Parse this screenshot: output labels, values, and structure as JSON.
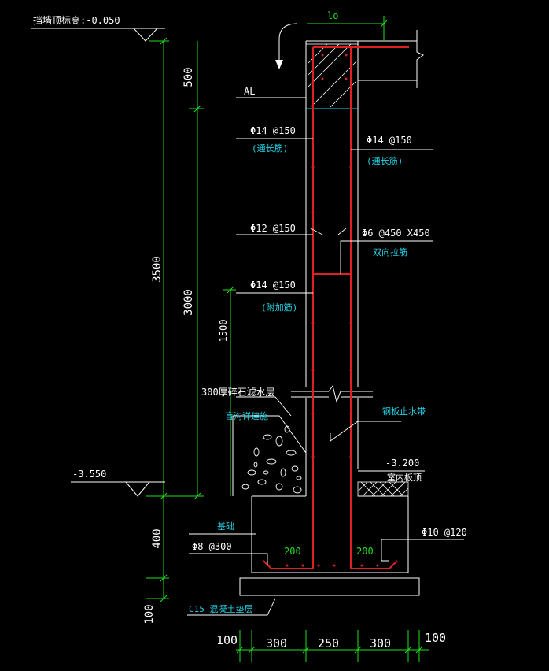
{
  "elevations": {
    "top": "挡墙顶标高:-0.050",
    "left_bottom": "-3.550",
    "right_floor": "-3.200"
  },
  "dimensions": {
    "lo": "lo",
    "d500": "500",
    "d3500": "3500",
    "d3000": "3000",
    "d1500": "1500",
    "d400": "400",
    "d100_left": "100",
    "bottom": [
      "100",
      "300",
      "250",
      "300",
      "100"
    ],
    "d200_left": "200",
    "d200_right": "200"
  },
  "labels": {
    "al": "AL",
    "rebar_left_top": "Φ14 @150",
    "rebar_left_top_note": "(通长筋)",
    "rebar_right_top": "Φ14 @150",
    "rebar_right_top_note": "(通长筋)",
    "rebar_mid_left": "Φ12 @150",
    "tie": "Φ6 @450 X450",
    "tie_note": "双向拉筋",
    "rebar_add": "Φ14 @150",
    "rebar_add_note": "(附加筋)",
    "filter_layer": "300厚碎石滤水层",
    "blind_pipe": "盲沟详建施",
    "waterstop": "钢板止水带",
    "floor_slab": "室内板顶",
    "foundation": "基础",
    "found_rebar": "Φ8 @300",
    "found_rebar_right": "Φ10 @120",
    "cushion": "C15 混凝土垫层"
  }
}
